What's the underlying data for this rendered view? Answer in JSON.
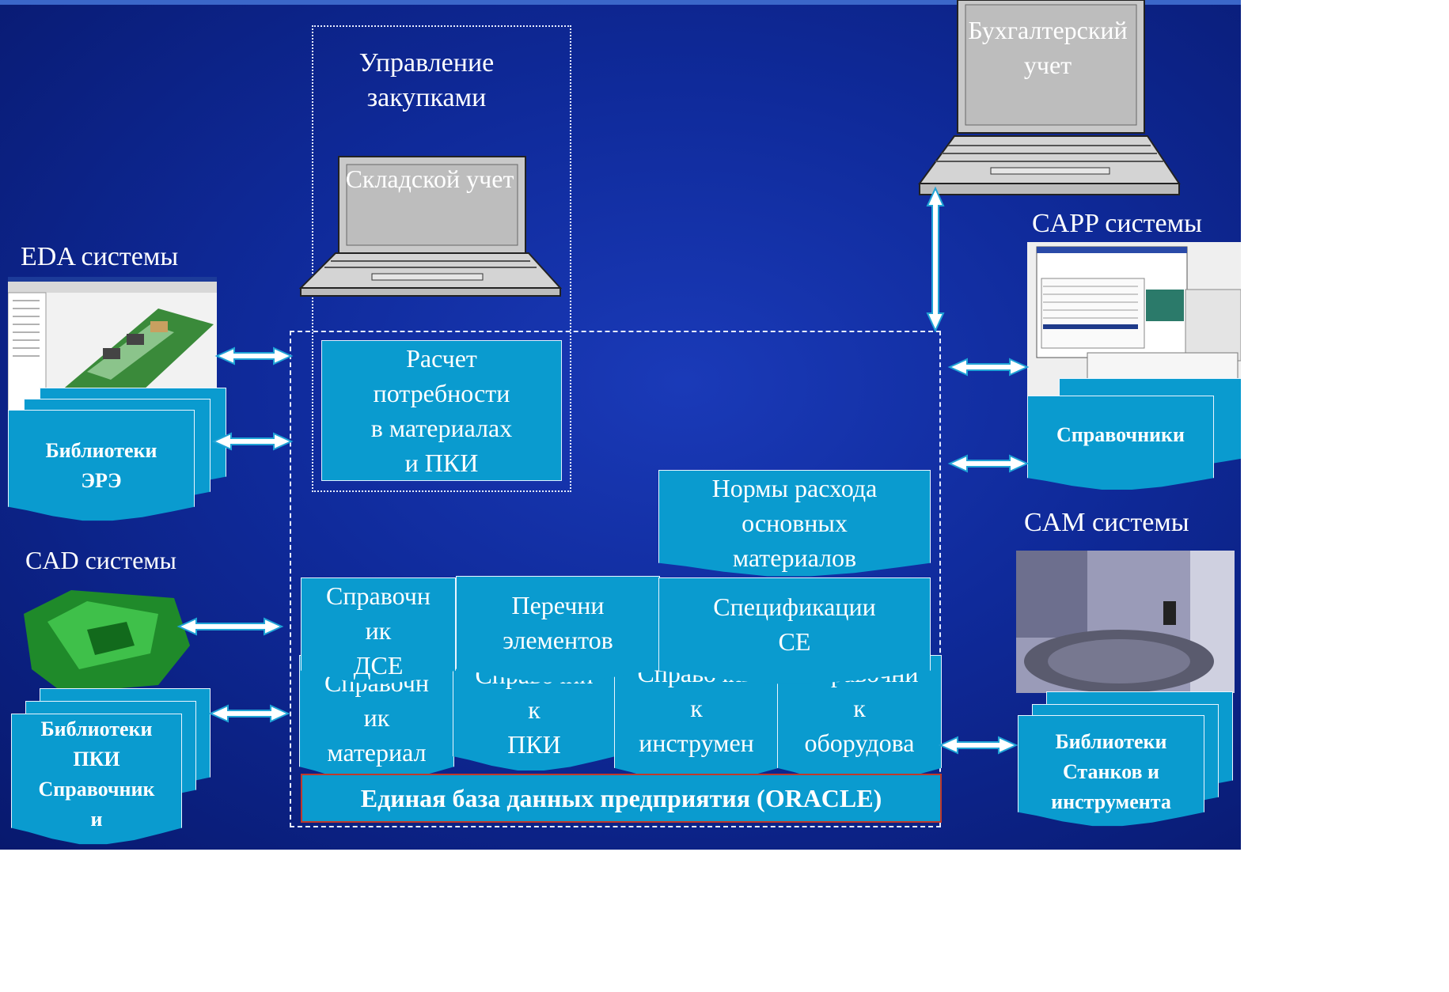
{
  "diagram": {
    "labels": {
      "procurement": "Управление\nзакупками",
      "warehouse": "Складской учет",
      "accounting": "Бухгалтерский\nучет",
      "eda": "EDA системы",
      "cad": "CAD системы",
      "capp": "CAPP системы",
      "cam": "CAM системы"
    },
    "boxes": {
      "requirement_calc": "Расчет\nпотребности\nв материалах\nи ПКИ",
      "norms": "Нормы расхода\nосновных\nматериалов",
      "dse_ref": "Справочн\nик\nДСЕ",
      "element_lists": "Перечни\nэлементов",
      "specs": "Спецификации\nСЕ",
      "materials_ref": "Справочн\nик\nматериал\nов",
      "pki_ref": "Справочни\nк\nПКИ",
      "tool_ref": "Справочни\nк\nинструмен\nта",
      "equipment_ref": "Справочни\nк\nоборудова\nния",
      "oracle_db": "Единая база данных предприятия (ORACLE)",
      "ere_libs": "Библиотеки\nЭРЭ",
      "pki_libs": "Библиотеки\nПКИ\nСправочник\nи\nматериалов",
      "capp_refs": "Справочники",
      "cam_libs": "Библиотеки\nСтанков и\nинструмента"
    }
  },
  "colors": {
    "background": "#0f2a9a",
    "box": "#0a9bcf",
    "oracle_border": "#c0392b",
    "arrow": "#1fa3d6"
  }
}
